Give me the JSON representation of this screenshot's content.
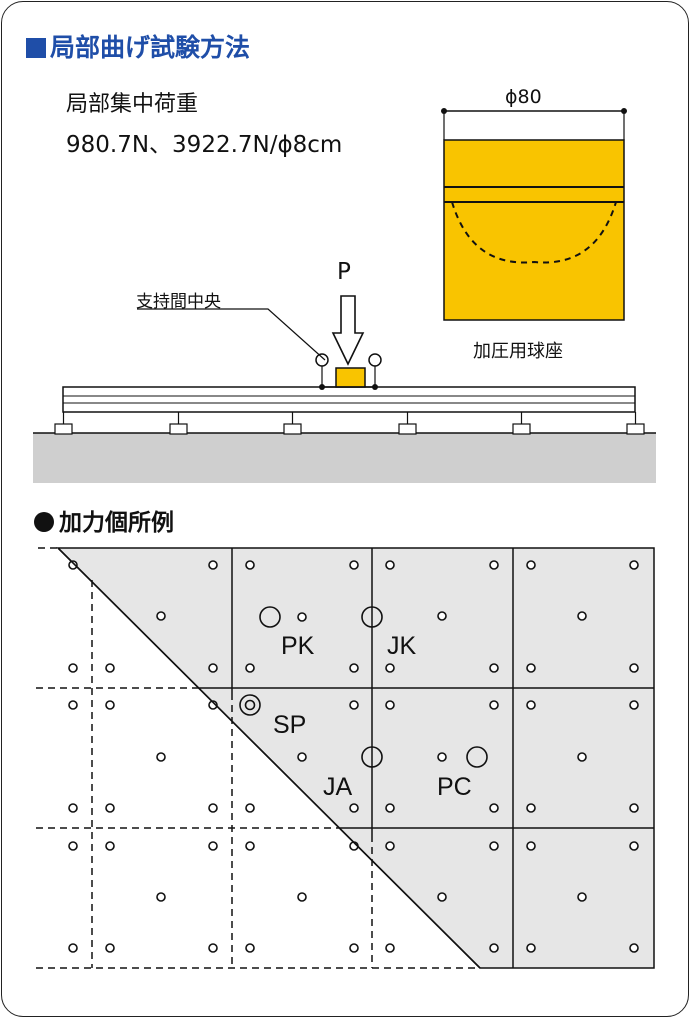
{
  "title": "局部曲げ試験方法",
  "load_label": "局部集中荷重",
  "load_values": "980.7N、3922.7N/ϕ8cm",
  "span_center_label": "支持間中央",
  "force_label": "P",
  "seat": {
    "diameter_label": "ϕ80",
    "caption": "加圧用球座"
  },
  "points_title": "加力個所例",
  "points": [
    "PK",
    "JK",
    "SP",
    "JA",
    "PC"
  ],
  "colors": {
    "title_blue": "#1f4ea8",
    "seat_yellow": "#f9c400",
    "panel_gray": "#e6e6e6",
    "ground_gray": "#cfcfcf"
  }
}
